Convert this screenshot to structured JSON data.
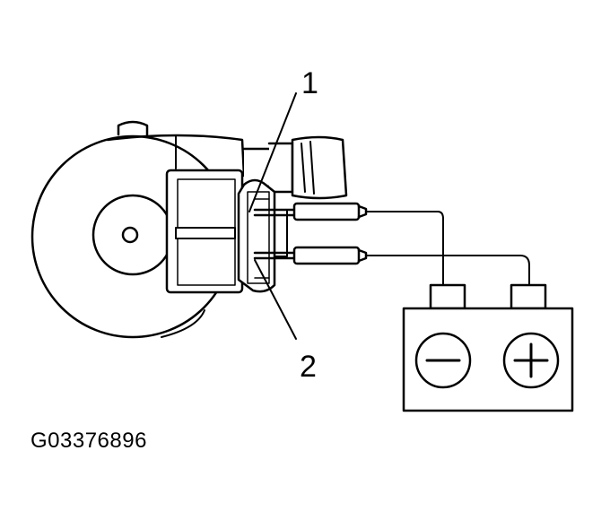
{
  "callouts": {
    "label_1": "1",
    "label_2": "2"
  },
  "battery": {
    "negative_symbol": "−",
    "positive_symbol": "+"
  },
  "figure_id": "G03376896",
  "colors": {
    "line": "#000000",
    "background": "#ffffff"
  }
}
